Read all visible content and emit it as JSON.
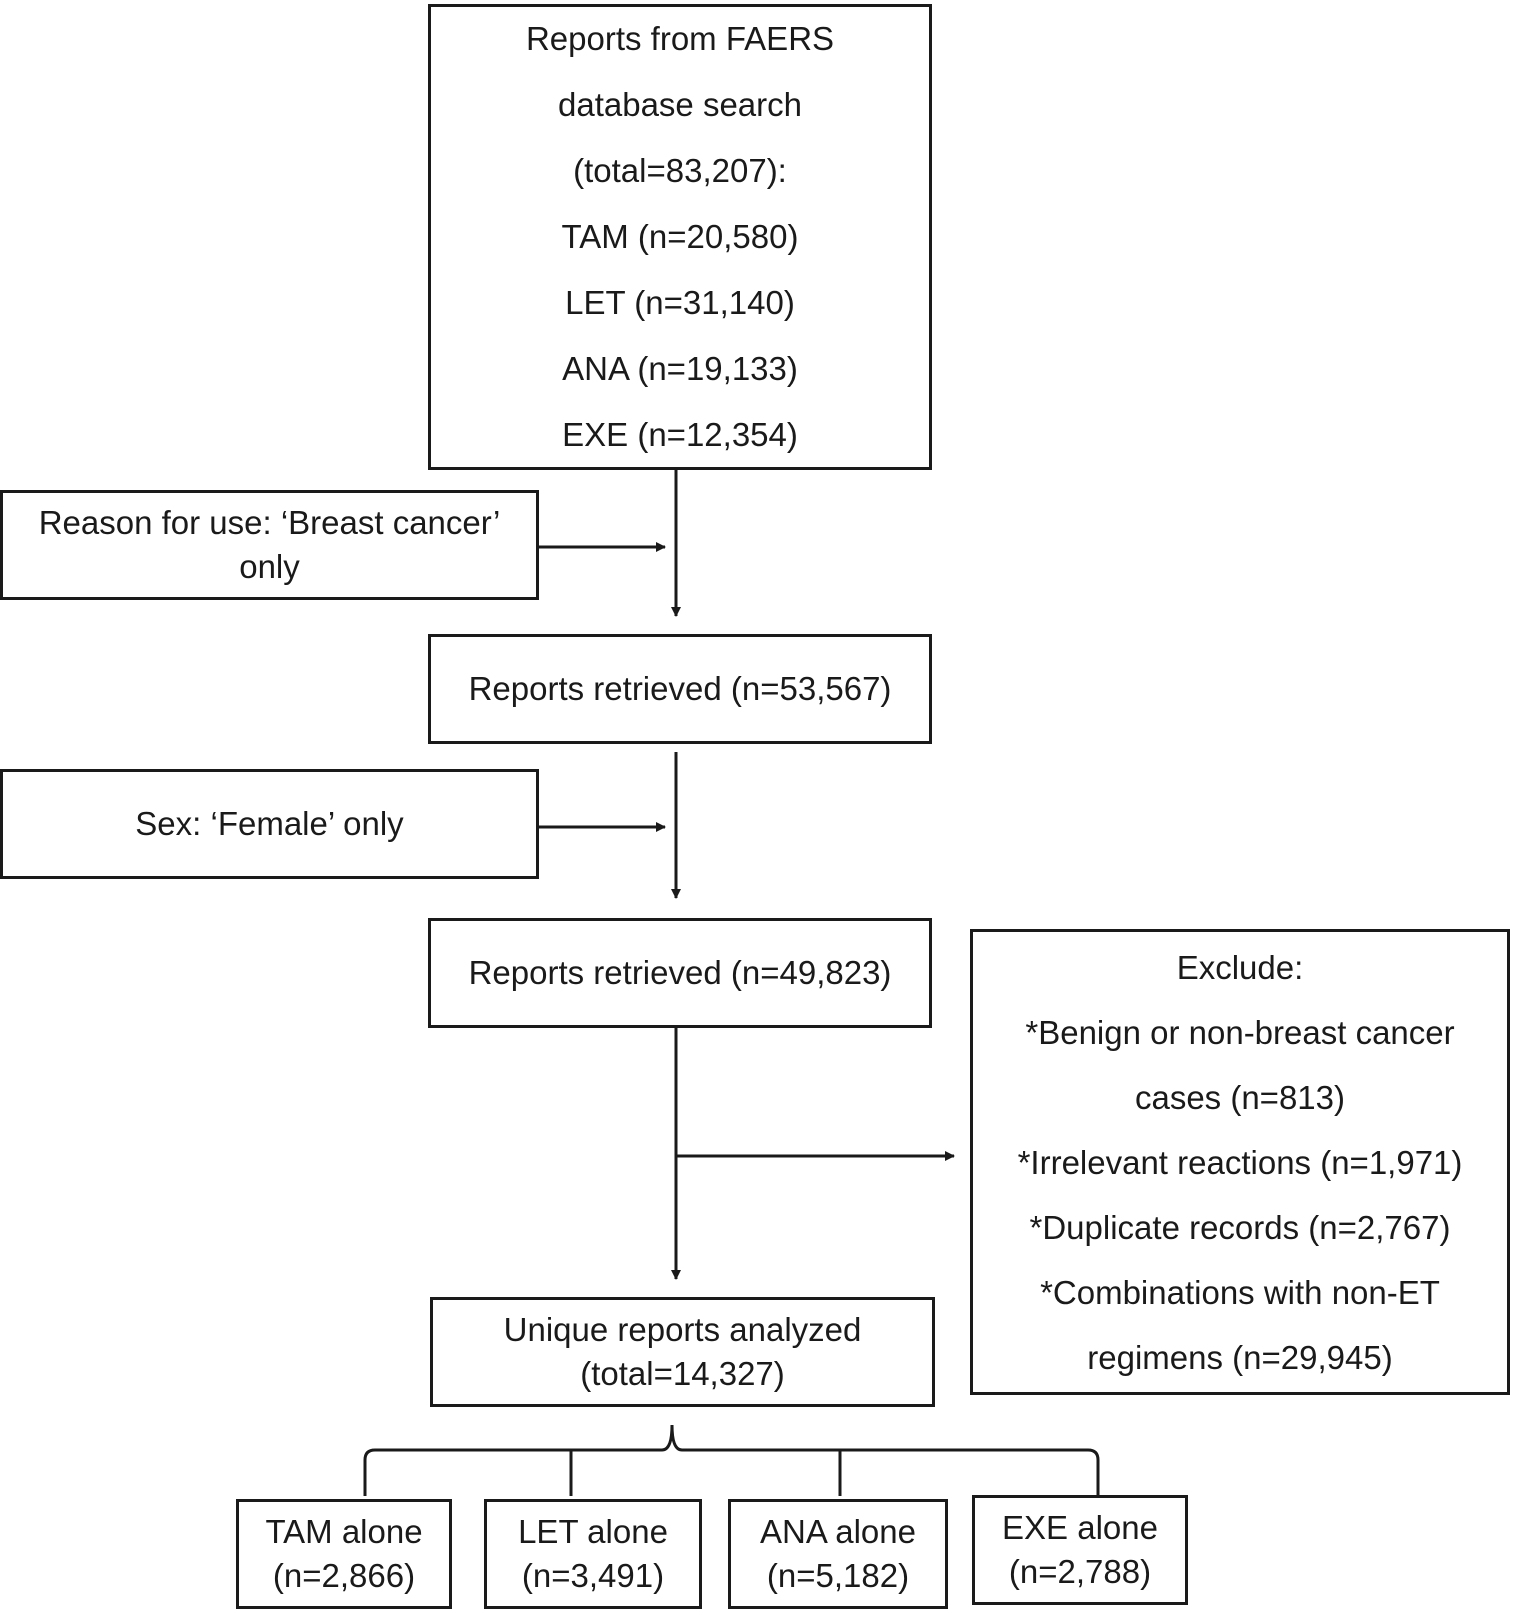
{
  "search_box": {
    "lines": [
      "Reports from FAERS",
      "database search",
      "(total=83,207):",
      "TAM (n=20,580)",
      "LET (n=31,140)",
      "ANA (n=19,133)",
      "EXE (n=12,354)"
    ]
  },
  "filter_reason": {
    "lines": [
      "Reason for use: ‘Breast cancer’",
      "only"
    ]
  },
  "retrieved_1": {
    "label": "Reports retrieved (n=53,567)"
  },
  "filter_sex": {
    "label": "Sex: ‘Female’ only"
  },
  "retrieved_2": {
    "label": "Reports retrieved (n=49,823)"
  },
  "exclude_box": {
    "lines": [
      "Exclude:",
      "*Benign or non-breast cancer",
      "cases (n=813)",
      "*Irrelevant reactions (n=1,971)",
      "*Duplicate records (n=2,767)",
      "*Combinations with non-ET",
      "regimens (n=29,945)"
    ]
  },
  "unique_box": {
    "lines": [
      "Unique reports analyzed",
      "(total=14,327)"
    ]
  },
  "groups": [
    {
      "name": "TAM alone",
      "count": "(n=2,866)"
    },
    {
      "name": "LET alone",
      "count": "(n=3,491)"
    },
    {
      "name": "ANA alone",
      "count": "(n=5,182)"
    },
    {
      "name": "EXE alone",
      "count": "(n=2,788)"
    }
  ],
  "colors": {
    "stroke": "#1a1a1a",
    "background": "#ffffff"
  }
}
